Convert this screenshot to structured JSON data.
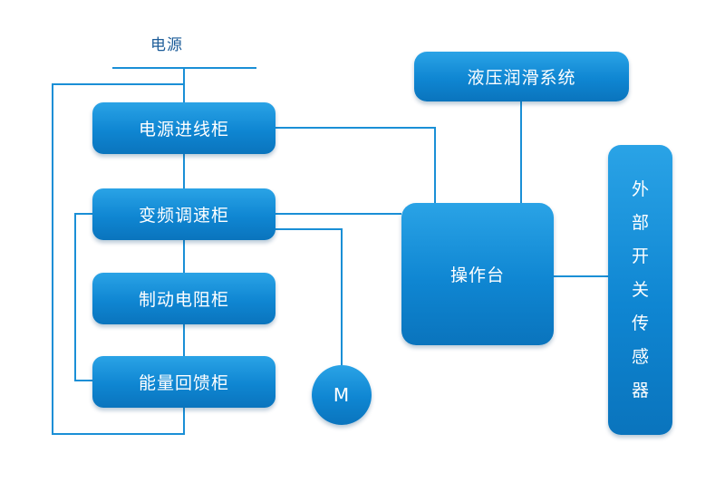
{
  "diagram": {
    "power_label": "电源",
    "cabinets": {
      "incoming": "电源进线柜",
      "vfd": "变频调速柜",
      "brake_resistor": "制动电阻柜",
      "energy_feedback": "能量回馈柜"
    },
    "hydraulic": "液压润滑系统",
    "console": "操作台",
    "sensors_chars": [
      "外",
      "部",
      "开",
      "关",
      "传",
      "感",
      "器"
    ],
    "motor": "M"
  },
  "colors": {
    "box_top": "#2aa3e6",
    "box_bottom": "#0a74bd",
    "wire": "#1a8fd6",
    "label": "#1d5d99"
  }
}
